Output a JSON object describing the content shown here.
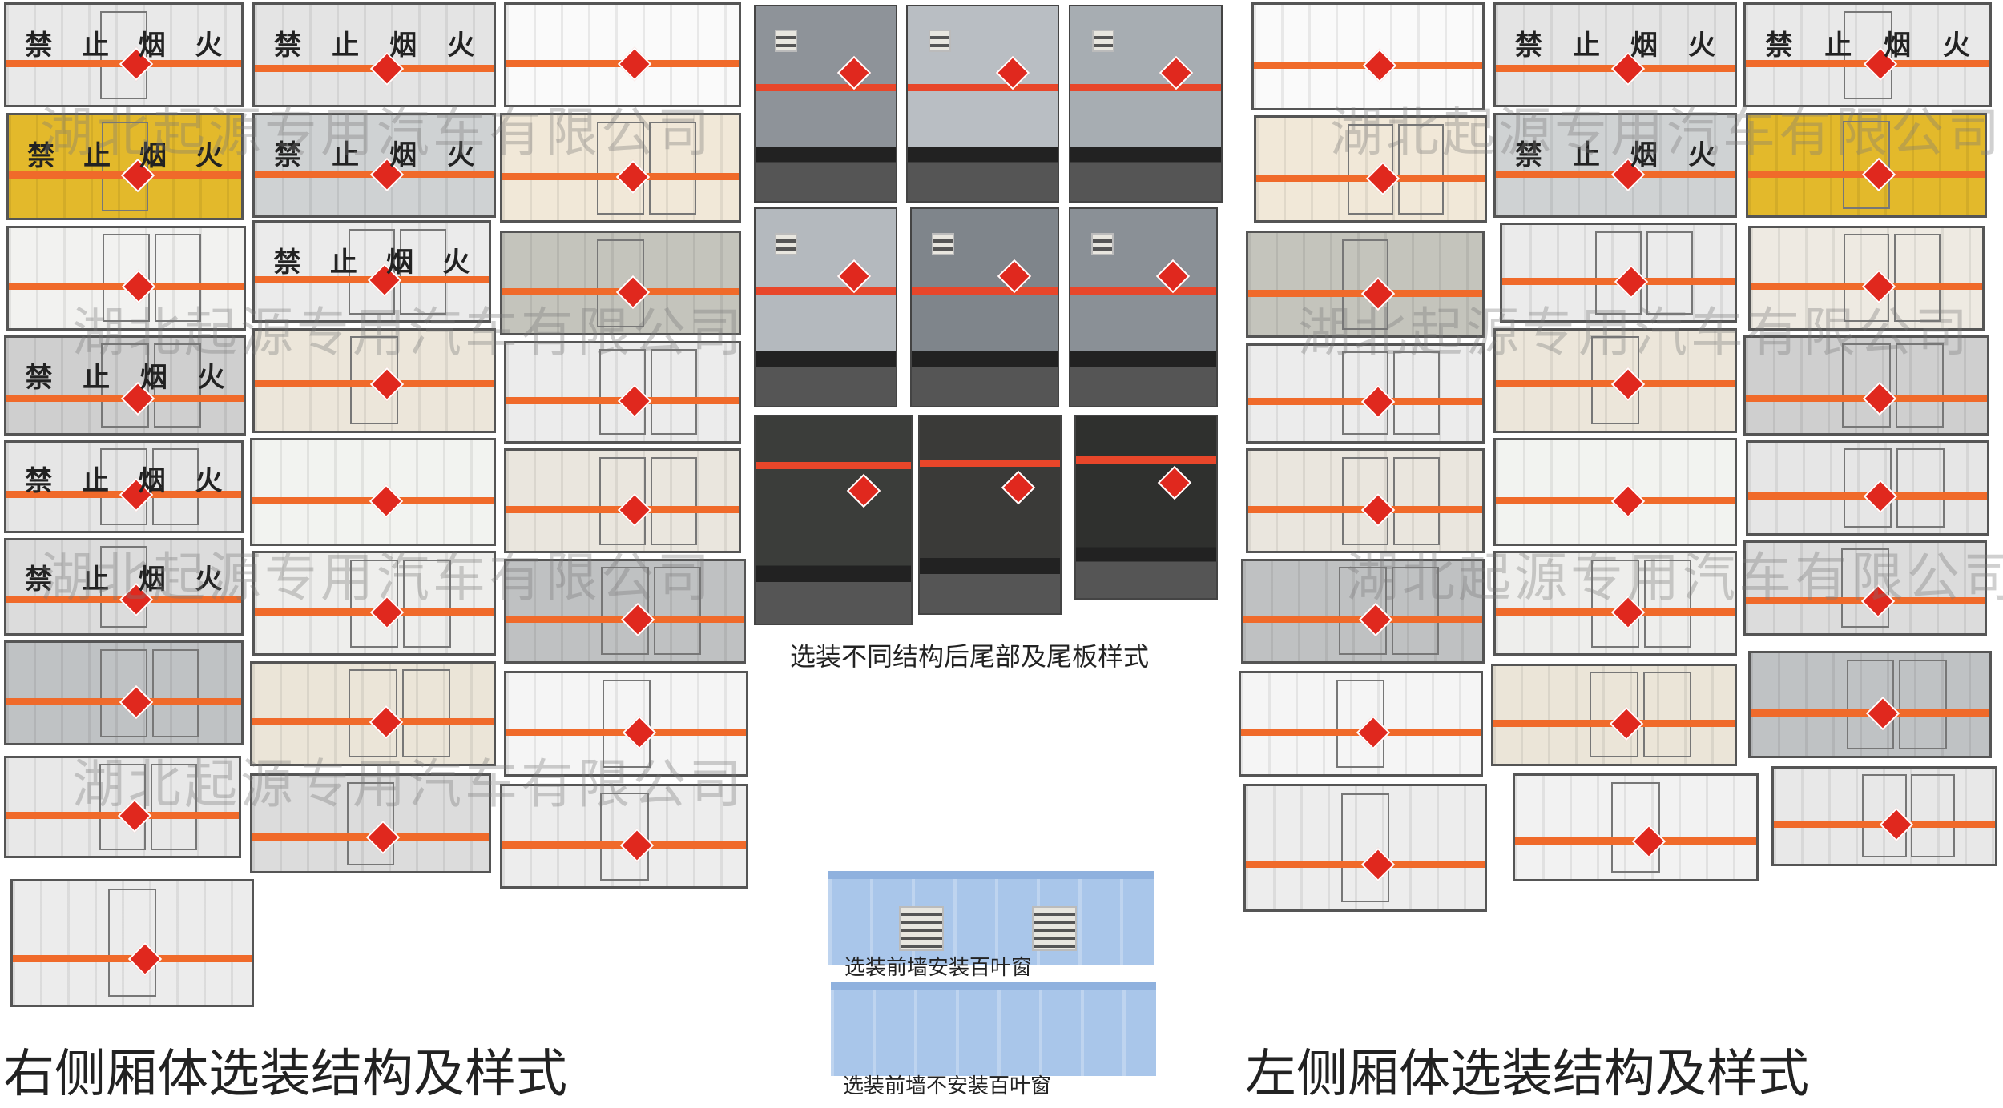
{
  "watermark": "湖北起源专用汽车有限公司",
  "warning_text": [
    "禁",
    "止",
    "烟",
    "火"
  ],
  "captions": {
    "right_side": "右侧厢体选装结构及样式",
    "left_side": "左侧厢体选装结构及样式",
    "rear": "选装不同结构后尾部及尾板样式",
    "front_with_louver": "选装前墙安装百叶窗",
    "front_without_louver": "选装前墙不安装百叶窗"
  },
  "colors": {
    "stripe": "#f06a2a",
    "hazard_diamond": "#e0281e",
    "front_wall": "#a9c6ea"
  }
}
